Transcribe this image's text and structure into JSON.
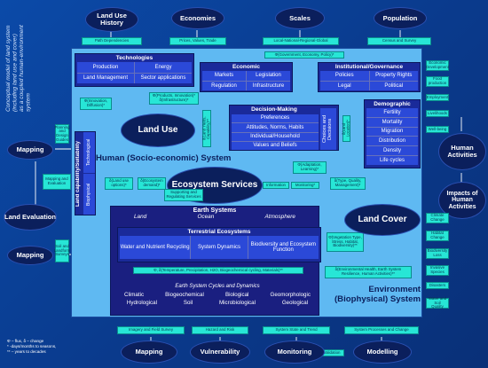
{
  "side_note": [
    "Conceptual model of land system",
    "(including land use and cover)",
    "as a coupled human-environment system"
  ],
  "top_ovals": [
    "Land Use History",
    "Economies",
    "Scales",
    "Population"
  ],
  "top_chips": [
    "Path Dependencies",
    "Prices, Values, Trade",
    "Local-National-Regional-Global",
    "Census and Survey"
  ],
  "left_ovals": [
    "Mapping",
    "Land Evaluation",
    "Mapping"
  ],
  "right_ovals": [
    "Human Activities",
    "Impacts of Human Activities"
  ],
  "bottom_ovals": [
    "Mapping",
    "Vulnerability",
    "Monitoring",
    "Modelling"
  ],
  "bottom_chips": [
    "Imagery and Field Survey",
    "Hazard and Risk",
    "System State and Trend",
    "System Processes and Change",
    "Validation"
  ],
  "left_chips": [
    "Planning and Design Guides",
    "Mapping and Evaluation",
    "Soil and Landform Surveys"
  ],
  "right_chips": [
    "Economic Development",
    "Food production",
    "Employment",
    "Livelihoods",
    "Well-being",
    "Climate Change",
    "Habitat Change",
    "Biodiversity Loss",
    "Invasive Species",
    "Disasters",
    "Water and Soil Quality"
  ],
  "technologies": {
    "title": "Technologies",
    "items": [
      "Production",
      "Energy",
      "Land Management",
      "Sector applications"
    ]
  },
  "economic": {
    "title": "Economic",
    "items": [
      "Markets",
      "Legislation",
      "Regulation",
      "Infrastructure"
    ]
  },
  "institutional": {
    "title": "Institutional/Governance",
    "items": [
      "Policies",
      "Property Rights",
      "Legal",
      "Political"
    ]
  },
  "decision": {
    "title": "Decision-Making",
    "items": [
      "Preferences",
      "Attitudes, Norms, Habits",
      "Individual/Household",
      "Values and Beliefs"
    ],
    "side": "Choices and Decisions"
  },
  "demographic": {
    "title": "Demographic",
    "items": [
      "Fertility",
      "Mortality",
      "Migration",
      "Distribution",
      "Density",
      "Life cycles"
    ]
  },
  "land_use": "Land Use",
  "land_cover": "Land Cover",
  "ecosystem_services": "Ecosystem Services",
  "land_capability": {
    "title": "Land capability/Suitability",
    "a": "Technological",
    "b": "Biophysical"
  },
  "human_system": "Human (Socio-economic) System",
  "environment_system": [
    "Environment",
    "(Biophysical) System"
  ],
  "earth_systems": {
    "title": "Earth Systems",
    "labels": [
      "Land",
      "Ocean",
      "Atmosphere"
    ]
  },
  "terrestrial": {
    "title": "Terrestrial Ecosystems",
    "items": [
      "Water and Nutrient Recycling",
      "System Dynamics",
      "Biodiversity and Ecosystem Function"
    ]
  },
  "cycles": {
    "title": "Earth System Cycles and Dynamics",
    "row1": [
      "Climatic",
      "Biogeochemical",
      "Biological",
      "Geomorphologic"
    ],
    "row2": [
      "Hydrological",
      "Soil",
      "Microbiological",
      "Geological"
    ]
  },
  "inner_chips": {
    "gov": "Φ(Government, Economy, Policy)*",
    "products": "Φ(Products, Innovation)* δ(Infrastructure)*",
    "innovation": "Φ(Innovation, Diffusion)*",
    "yields": "δ(Land Yields, Capability)**",
    "location": "δ(Land Location)*",
    "land_use_options": "δ(Land use options)*",
    "ecosys_demand": "δ(Ecosystem demand)*",
    "information": "Information",
    "monitoring": "Monitoring*",
    "adaptation": "Φ(Adaptation, Learning)*",
    "type_quality": "δ(Type, Quality, Management)*",
    "supporting": "Supporting and Regulating Services",
    "vegetation": "Φ(Vegetation Type, Stress, Habitat, Biodiversity)**",
    "temperature": "Φ, δ(Temperature, Precipitation, H2O, Biogeochemical cycling, Materials)**",
    "env_health": "δ(Environmental Health, Earth System Resilience, Human Activities)**"
  },
  "legend": [
    "Φ – flux, δ – change",
    "* -days/months to seasons,",
    "** – years to decades"
  ]
}
